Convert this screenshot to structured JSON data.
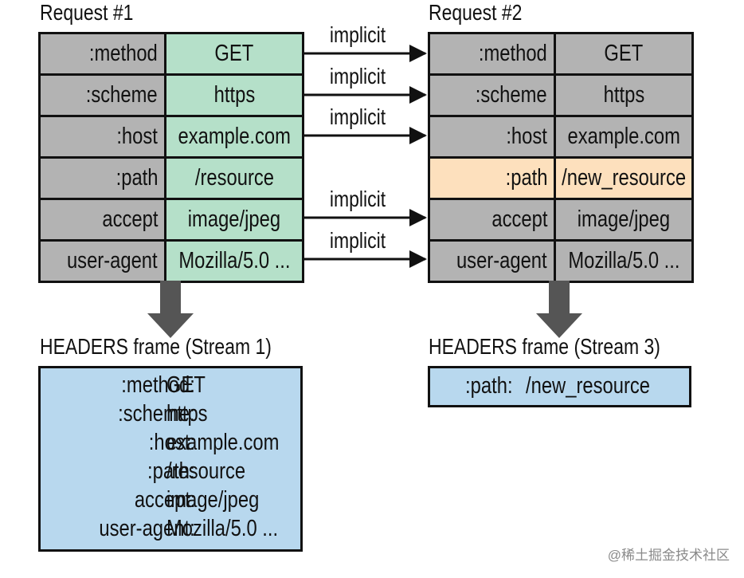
{
  "request1": {
    "title": "Request #1",
    "rows": [
      {
        "key": ":method",
        "value": "GET"
      },
      {
        "key": ":scheme",
        "value": "https"
      },
      {
        "key": ":host",
        "value": "example.com"
      },
      {
        "key": ":path",
        "value": "/resource"
      },
      {
        "key": "accept",
        "value": "image/jpeg"
      },
      {
        "key": "user-agent",
        "value": "Mozilla/5.0 ..."
      }
    ]
  },
  "request2": {
    "title": "Request #2",
    "rows": [
      {
        "key": ":method",
        "value": "GET"
      },
      {
        "key": ":scheme",
        "value": "https"
      },
      {
        "key": ":host",
        "value": "example.com"
      },
      {
        "key": ":path",
        "value": "/new_resource",
        "changed": true
      },
      {
        "key": "accept",
        "value": "image/jpeg"
      },
      {
        "key": "user-agent",
        "value": "Mozilla/5.0 ..."
      }
    ]
  },
  "arrows": {
    "label": "implicit",
    "rows": [
      0,
      1,
      2,
      4,
      5
    ]
  },
  "frame1": {
    "title": "HEADERS frame (Stream 1)",
    "rows": [
      {
        "key": ":method:",
        "value": "GET"
      },
      {
        "key": ":scheme:",
        "value": "https"
      },
      {
        "key": ":host:",
        "value": "example.com"
      },
      {
        "key": ":path:",
        "value": "/resource"
      },
      {
        "key": "accept:",
        "value": "image/jpeg"
      },
      {
        "key": "user-agent:",
        "value": "Mozilla/5.0 ..."
      }
    ]
  },
  "frame2": {
    "title": "HEADERS frame (Stream 3)",
    "rows": [
      {
        "key": ":path:",
        "value": "/new_resource"
      }
    ]
  },
  "colors": {
    "key_cell": "#b3b3b3",
    "req1_value_cell": "#b5e0c9",
    "changed_cell": "#fde0bd",
    "frame_fill": "#b8d8ee",
    "down_arrow": "#555555"
  },
  "watermark": "@稀土掘金技术社区"
}
